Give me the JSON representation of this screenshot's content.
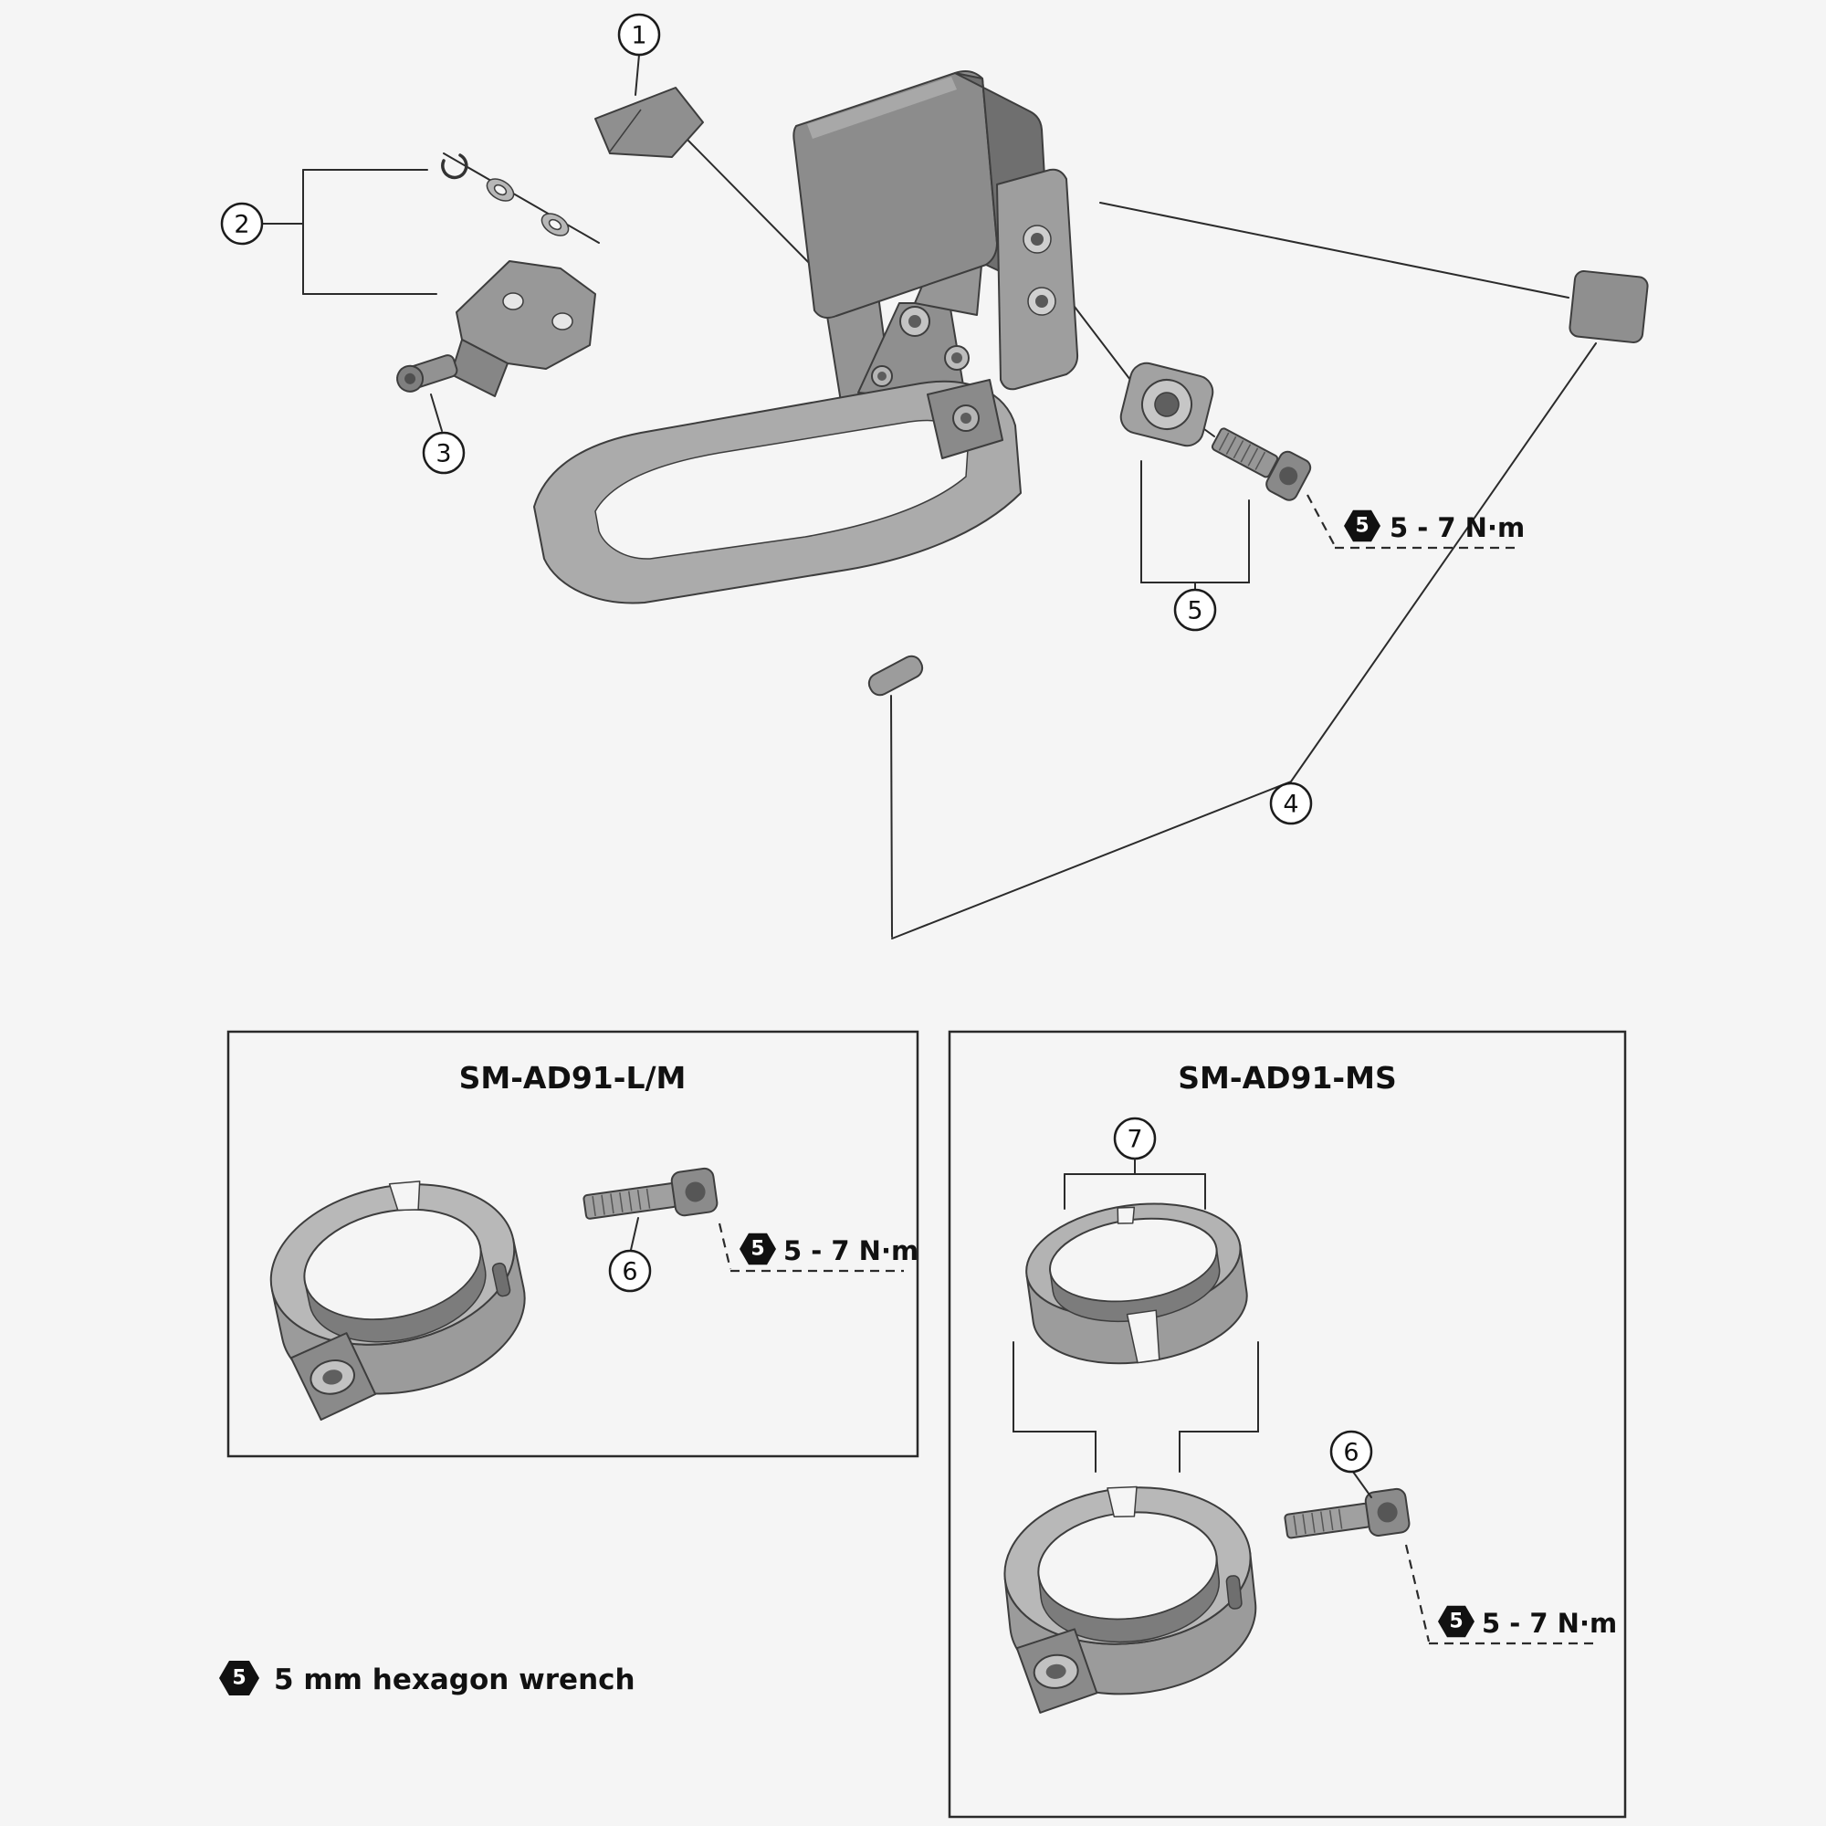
{
  "page": {
    "background": "#f5f5f5",
    "line_color": "#2b2b2b"
  },
  "callouts": {
    "part1": "1",
    "part2": "2",
    "part3": "3",
    "part4": "4",
    "part5": "5",
    "part6_left": "6",
    "part6_right": "6",
    "part7": "7"
  },
  "torque": {
    "main": {
      "tool_size": "5",
      "value": "5 - 7 N·m"
    },
    "left_box": {
      "tool_size": "5",
      "value": "5 - 7 N·m"
    },
    "right_box": {
      "tool_size": "5",
      "value": "5 - 7 N·m"
    }
  },
  "boxes": {
    "left": {
      "title": "SM-AD91-L/M"
    },
    "right": {
      "title": "SM-AD91-MS"
    }
  },
  "legend": {
    "tool_size": "5",
    "text": "5 mm hexagon wrench"
  }
}
